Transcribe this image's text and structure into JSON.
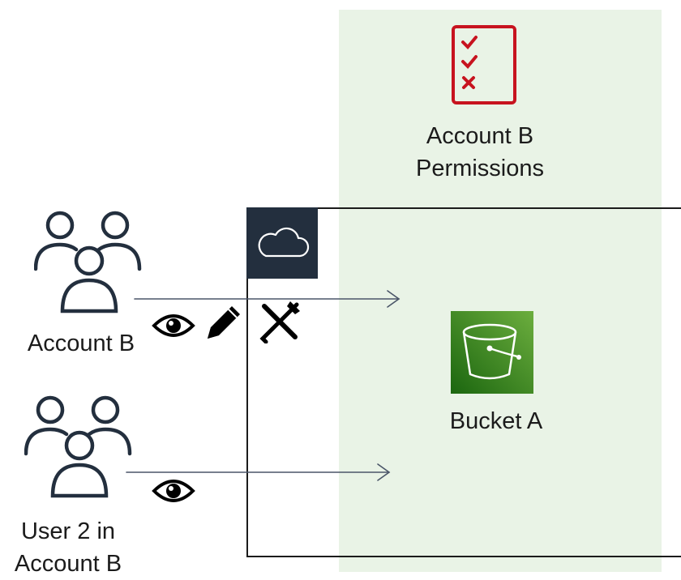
{
  "permissions": {
    "label_line1": "Account B",
    "label_line2": "Permissions",
    "icon": "checklist-icon"
  },
  "bucket": {
    "label": "Bucket A",
    "icon": "bucket-icon"
  },
  "cloud": {
    "icon": "cloud-icon"
  },
  "actors": [
    {
      "label_lines": [
        "Account B"
      ],
      "icon": "users-group-icon",
      "access_icons": [
        "eye-icon",
        "pencil-icon",
        "tools-icon"
      ]
    },
    {
      "label_lines": [
        "User 2 in",
        "Account B"
      ],
      "icon": "users-group-icon",
      "access_icons": [
        "eye-icon"
      ]
    }
  ],
  "colors": {
    "panel": "#e9f3e6",
    "badge": "#232f3e",
    "bucket_dark": "#1b660f",
    "bucket_light": "#6cae3e",
    "checklist": "#c7131f",
    "arrow": "#4a5568"
  }
}
